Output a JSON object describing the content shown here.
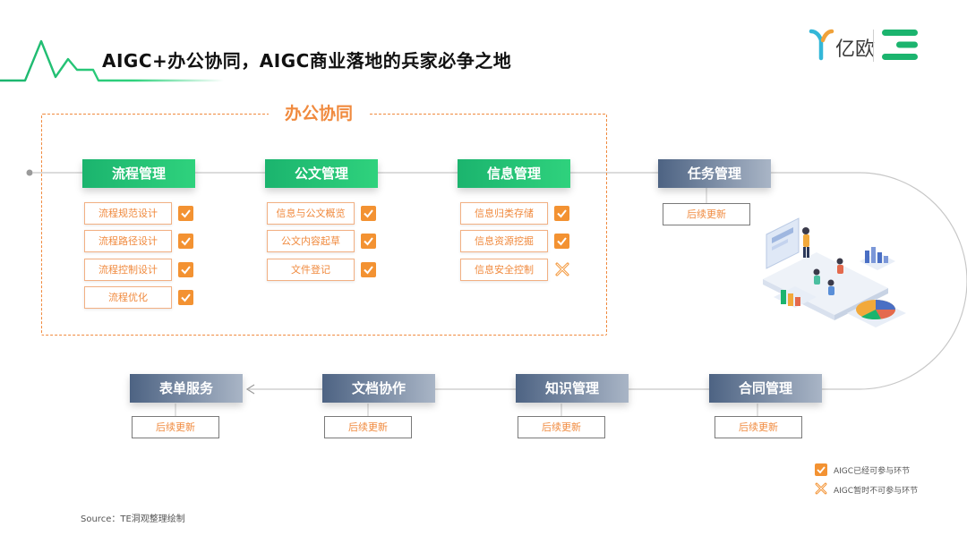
{
  "header": {
    "title": "AIGC+办公协同，AIGC商业落地的兵家必争之地",
    "logo_text": "亿欧"
  },
  "group": {
    "title": "办公协同"
  },
  "stages_top": [
    {
      "label": "流程管理",
      "items": [
        {
          "label": "流程规范设计",
          "status": "check"
        },
        {
          "label": "流程路径设计",
          "status": "check"
        },
        {
          "label": "流程控制设计",
          "status": "check"
        },
        {
          "label": "流程优化",
          "status": "check"
        }
      ]
    },
    {
      "label": "公文管理",
      "items": [
        {
          "label": "信息与公文概览",
          "status": "check"
        },
        {
          "label": "公文内容起草",
          "status": "check"
        },
        {
          "label": "文件登记",
          "status": "check"
        }
      ]
    },
    {
      "label": "信息管理",
      "items": [
        {
          "label": "信息归类存储",
          "status": "check"
        },
        {
          "label": "信息资源挖掘",
          "status": "check"
        },
        {
          "label": "信息安全控制",
          "status": "cross"
        }
      ]
    },
    {
      "label": "任务管理",
      "note": "后续更新"
    }
  ],
  "stages_bottom": [
    {
      "label": "表单服务",
      "note": "后续更新"
    },
    {
      "label": "文档协作",
      "note": "后续更新"
    },
    {
      "label": "知识管理",
      "note": "后续更新"
    },
    {
      "label": "合同管理",
      "note": "后续更新"
    }
  ],
  "legend": {
    "check_label": "AIGC已经可参与环节",
    "cross_label": "AIGC暂时不可参与环节"
  },
  "source": "Source：TE洞观整理绘制",
  "colors": {
    "accent_green": "#1bb46e",
    "accent_orange": "#f08a3e",
    "stage_gray": "#4d6383"
  }
}
